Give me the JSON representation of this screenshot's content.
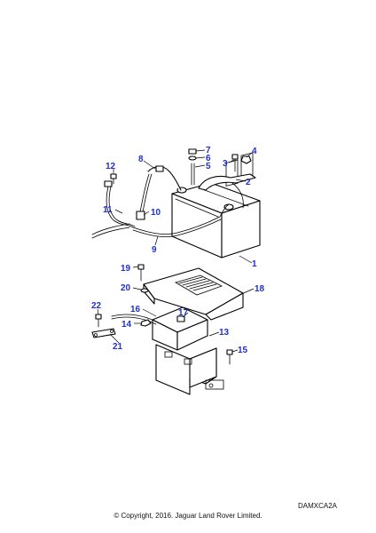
{
  "diagram": {
    "callouts": [
      "1",
      "2",
      "3",
      "4",
      "5",
      "6",
      "7",
      "8",
      "9",
      "10",
      "11",
      "12",
      "13",
      "14",
      "15",
      "16",
      "17",
      "18",
      "19",
      "20",
      "21",
      "22"
    ],
    "reference_code": "DAMXCA2A",
    "copyright": "© Copyright, 2016. Jaguar Land Rover Limited."
  },
  "colors": {
    "callout": "#1f2fd0",
    "line": "#000000",
    "background": "#ffffff"
  }
}
